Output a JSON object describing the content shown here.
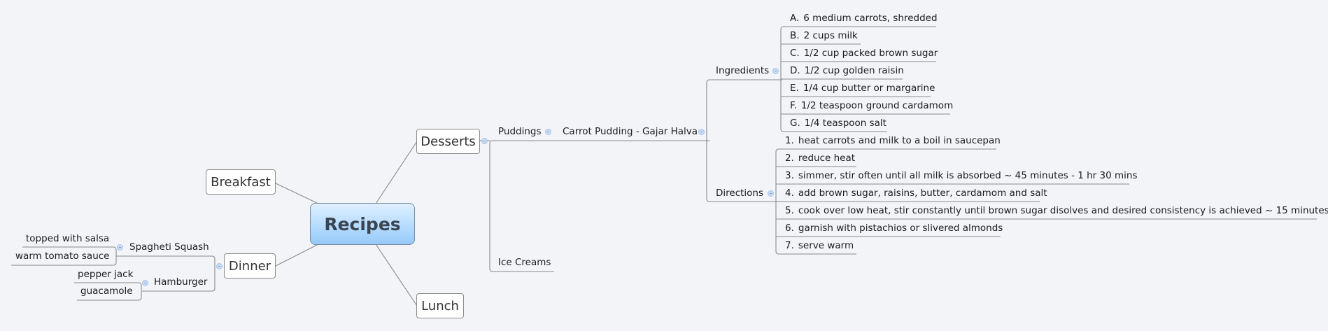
{
  "map": {
    "central": {
      "label": "Recipes"
    },
    "main_topics": {
      "breakfast": {
        "label": "Breakfast"
      },
      "dinner": {
        "label": "Dinner"
      },
      "desserts": {
        "label": "Desserts"
      },
      "lunch": {
        "label": "Lunch"
      }
    },
    "dinner": {
      "spaghetti_squash": {
        "label": "Spagheti Squash",
        "children": [
          "topped with salsa",
          "warm tomato sauce"
        ]
      },
      "hamburger": {
        "label": "Hamburger",
        "children": [
          "pepper jack",
          "guacamole"
        ]
      }
    },
    "desserts": {
      "puddings": {
        "label": "Puddings"
      },
      "ice_creams": {
        "label": "Ice Creams"
      },
      "carrot_pudding": {
        "label": "Carrot Pudding - Gajar Halva"
      },
      "ingredients": {
        "label": "Ingredients",
        "items": [
          {
            "marker": "A.",
            "text": "6 medium carrots, shredded"
          },
          {
            "marker": "B.",
            "text": "2 cups milk"
          },
          {
            "marker": "C.",
            "text": "1/2 cup packed brown sugar"
          },
          {
            "marker": "D.",
            "text": "1/2 cup golden raisin"
          },
          {
            "marker": "E.",
            "text": "1/4 cup butter or margarine"
          },
          {
            "marker": "F.",
            "text": "1/2 teaspoon ground cardamom"
          },
          {
            "marker": "G.",
            "text": "1/4 teaspoon salt"
          }
        ]
      },
      "directions": {
        "label": "Directions",
        "items": [
          {
            "marker": "1.",
            "text": "heat carrots and milk to a boil in saucepan"
          },
          {
            "marker": "2.",
            "text": "reduce heat"
          },
          {
            "marker": "3.",
            "text": "simmer, stir often until all milk is absorbed ~ 45 minutes - 1 hr 30 mins"
          },
          {
            "marker": "4.",
            "text": "add brown sugar, raisins, butter, cardamom and salt"
          },
          {
            "marker": "5.",
            "text": "cook over low heat, stir constantly  until brown sugar disolves and desired consistency is achieved ~ 15 minutes"
          },
          {
            "marker": "6.",
            "text": "garnish with pistachios or slivered almonds"
          },
          {
            "marker": "7.",
            "text": "serve warm"
          }
        ]
      }
    }
  },
  "colors": {
    "background": "#f2f4f8",
    "line": "#808080",
    "central_top": "#dff0ff",
    "central_bottom": "#96c9f7",
    "central_text": "#3b4550",
    "collapse_fill": "#c9dcf3"
  }
}
